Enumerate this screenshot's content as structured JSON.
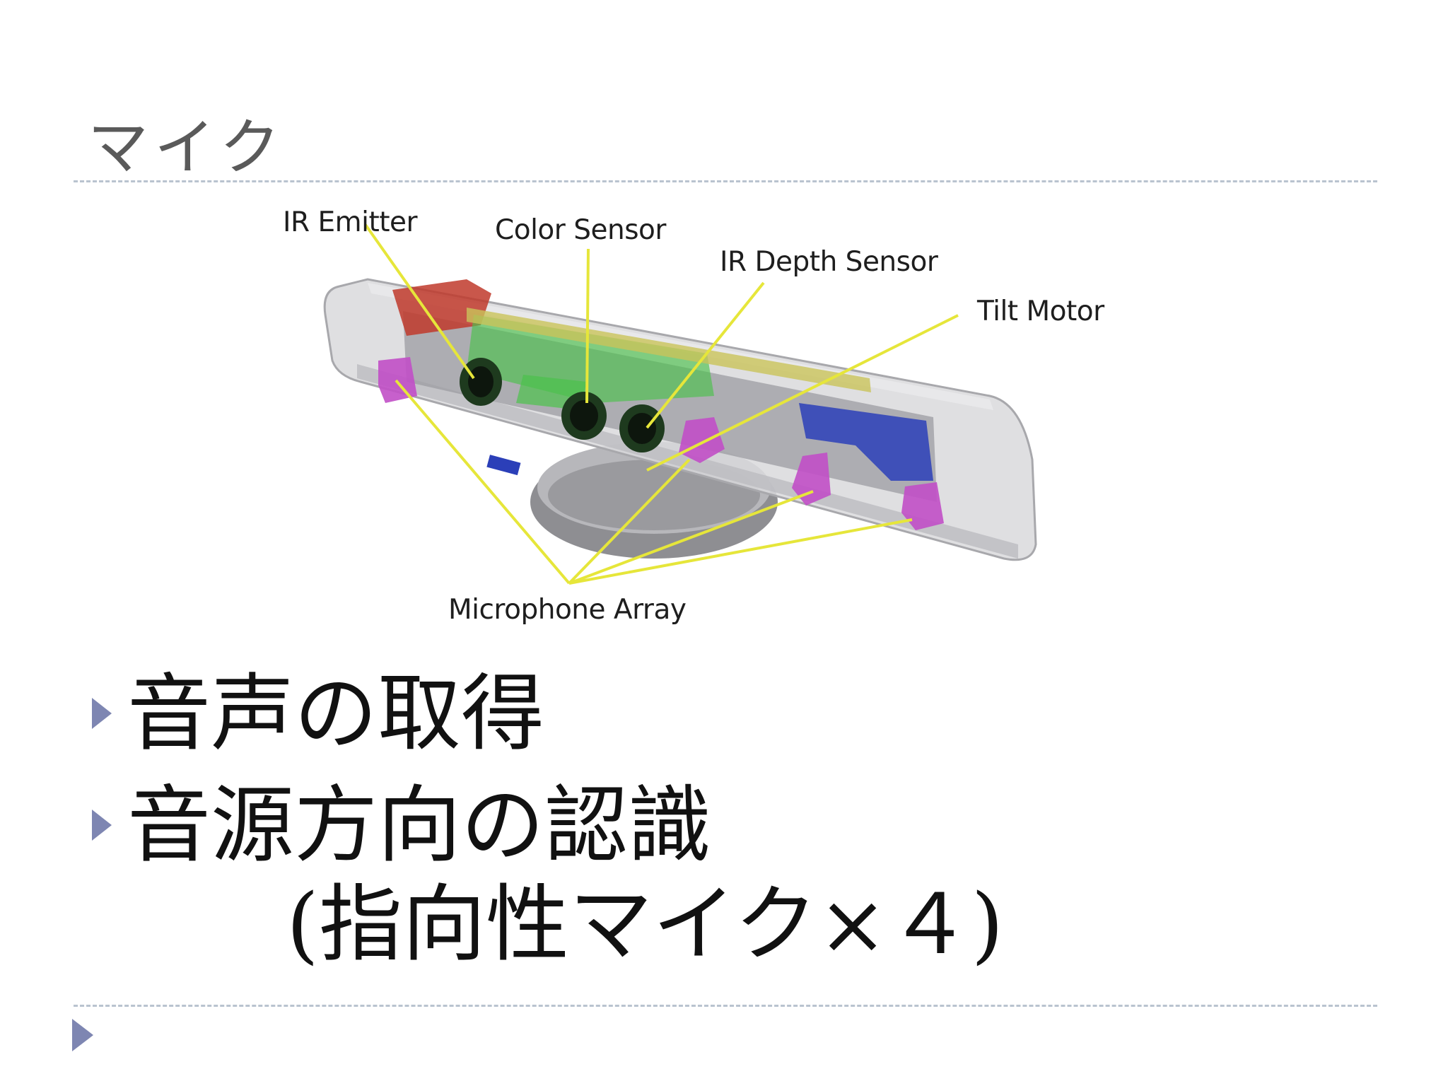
{
  "slide": {
    "title": "マイク"
  },
  "diagram": {
    "labels": {
      "ir_emitter": "IR Emitter",
      "color_sensor": "Color Sensor",
      "ir_depth_sensor": "IR Depth Sensor",
      "tilt_motor": "Tilt Motor",
      "microphone_array": "Microphone Array"
    },
    "colors": {
      "leader_line": "#e6e63a",
      "microphone": "#c14fc6",
      "board": "#4cc24c",
      "emitter_housing": "#c0392b",
      "motor_block": "#2b3fb8",
      "body": "#d9d9dc"
    }
  },
  "bullets": [
    {
      "text": "音声の取得"
    },
    {
      "text": "音源方向の認識"
    }
  ],
  "bullet_subline": "(指向性マイク×４)"
}
